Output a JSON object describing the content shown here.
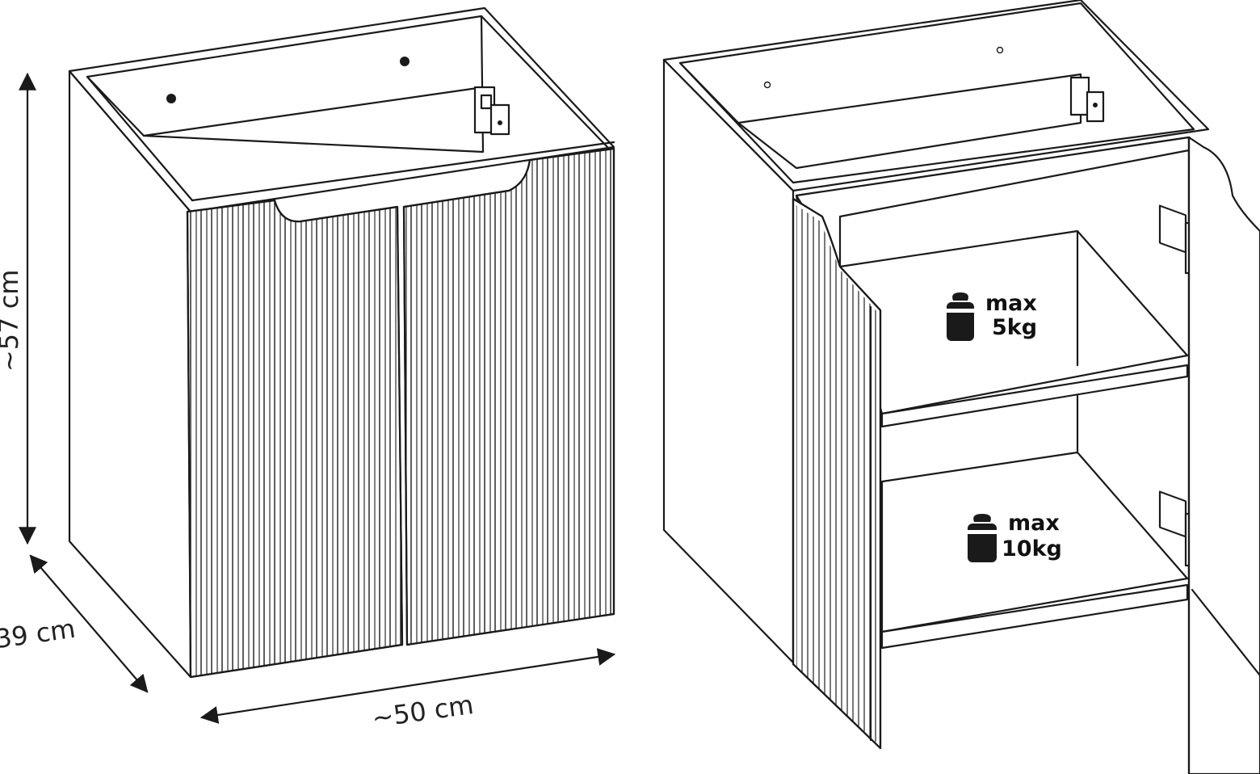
{
  "dimensions": {
    "height": "~57 cm",
    "depth": "39 cm",
    "width": "~50 cm"
  },
  "shelves": {
    "upper": {
      "label": "max",
      "value": "5kg"
    },
    "lower": {
      "label": "max",
      "value": "10kg"
    }
  },
  "icons": [
    "weight-icon",
    "weight-icon"
  ]
}
